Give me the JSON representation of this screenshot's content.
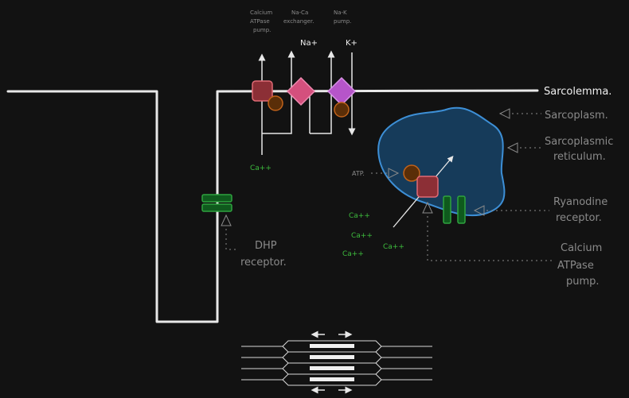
{
  "labels": {
    "sarcolemma": "Sarcolemma.",
    "sarcoplasm": "Sarcoplasm.",
    "sr_line1": "Sarcoplasmic",
    "sr_line2": "reticulum.",
    "ryr_line1": "Ryanodine",
    "ryr_line2": "receptor.",
    "serca_line1": "Calcium",
    "serca_line2": "ATPase",
    "serca_line3": "pump.",
    "dhp_line1": "DHP",
    "dhp_line2": "receptor.",
    "atp": "ATP.",
    "pmca_line1": "Calcium",
    "pmca_line2": "ATPase",
    "pmca_line3": "pump.",
    "ncx_line1": "Na-Ca",
    "ncx_line2": "exchanger.",
    "nak_line1": "Na-K",
    "nak_line2": "pump.",
    "na_ion": "Na+",
    "k_ion": "K+",
    "ca_extruded": "Ca++",
    "ca_cyto_1": "Ca++",
    "ca_cyto_2": "Ca++",
    "ca_cyto_3": "Ca++",
    "ca_cyto_4": "Ca++"
  },
  "colors": {
    "background": "#121212",
    "membrane": "#e8e8e8",
    "sr_fill": "#163b5a",
    "sr_stroke": "#3d8fd6",
    "pump_red": "#8c2f36",
    "pump_red_stroke": "#e06a75",
    "exchanger_pink": "#d4507d",
    "nak_purple": "#b655c9",
    "atp_brown": "#5a2e08",
    "atp_stroke": "#c0621a",
    "channel_green": "#0f5a1d",
    "channel_stroke": "#2fa33f",
    "calcium_text": "#3dbb3d"
  }
}
